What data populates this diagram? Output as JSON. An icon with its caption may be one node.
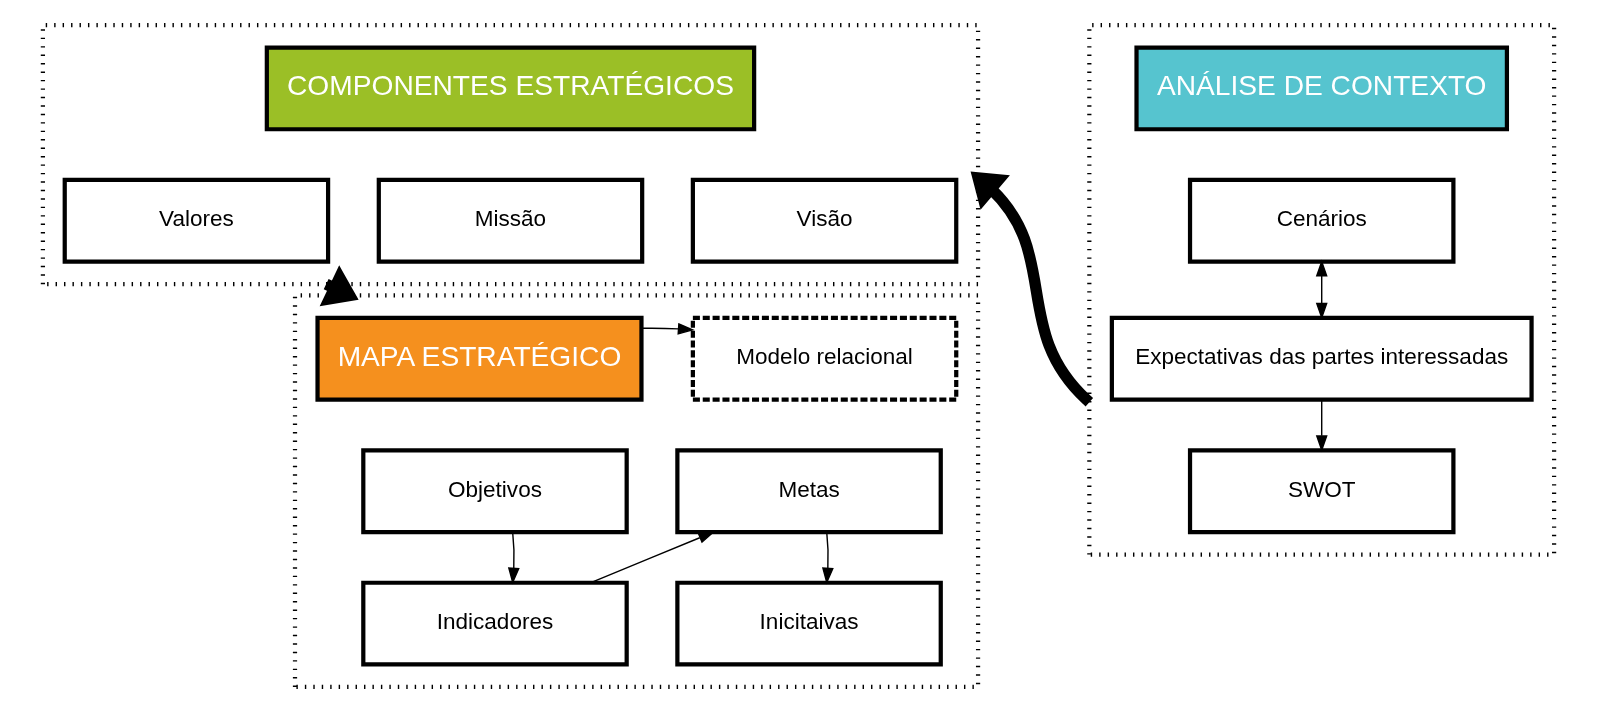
{
  "diagram": {
    "nodes": [
      {
        "text": [],
        "shape": "box"
      },
      {
        "text": [
          "COMPONENTES ESTRATÉGICOS"
        ],
        "in": 0
      },
      {
        "text": [
          "Missão"
        ],
        "in": 0
      },
      {
        "text": [
          "Visão"
        ],
        "in": 0
      },
      {
        "text": [
          "Valores"
        ],
        "in": 0
      },
      {
        "text": [],
        "shape": "box"
      },
      {
        "text": [
          "MAPA ESTRATÉGICO"
        ],
        "in": 5
      },
      {
        "text": [
          "Modelo relacional"
        ],
        "in": 5
      },
      {
        "text": [
          "Objetivos"
        ],
        "in": 5
      },
      {
        "text": [
          "Metas"
        ],
        "in": 5
      },
      {
        "text": [
          "Indicadores"
        ],
        "in": 5
      },
      {
        "text": [
          "Inicitaivas"
        ],
        "in": 5
      },
      {
        "text": [],
        "shape": "box"
      },
      {
        "text": [
          "ANÁLISE DE CONTEXTO"
        ],
        "in": 12
      },
      {
        "text": [
          "Cenários"
        ],
        "in": 12
      },
      {
        "text": [
          "Expectativas das partes interessadas"
        ],
        "in": 12
      },
      {
        "text": [
          "SWOT"
        ],
        "in": 12
      }
    ],
    "edges": [
      {
        "from": 12,
        "to": 0,
        "arrow": "to",
        "style": "thick"
      },
      {
        "from": 0,
        "to": 5,
        "arrow": "to",
        "style": "thick"
      },
      {
        "from": 6,
        "to": 7,
        "arrow": "to"
      },
      {
        "from": 8,
        "to": 10,
        "arrow": "to"
      },
      {
        "from": 10,
        "to": 9,
        "arrow": "to"
      },
      {
        "from": 9,
        "to": 11,
        "arrow": "to"
      },
      {
        "from": 14,
        "to": 15,
        "arrow": "both"
      },
      {
        "from": 15,
        "to": 16,
        "arrow": "to"
      }
    ]
  }
}
